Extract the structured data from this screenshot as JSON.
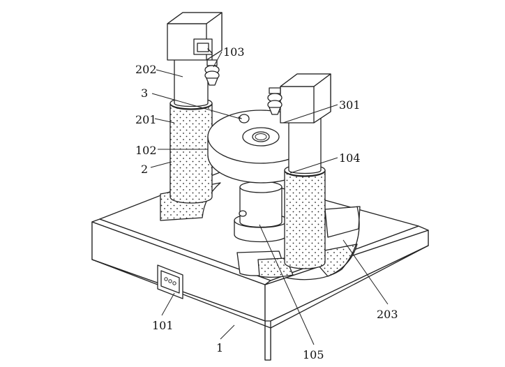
{
  "labels": {
    "l1": "1",
    "l2": "2",
    "l3": "3",
    "l101": "101",
    "l102": "102",
    "l103": "103",
    "l104": "104",
    "l105": "105",
    "l201": "201",
    "l202": "202",
    "l203": "203",
    "l301": "301"
  }
}
